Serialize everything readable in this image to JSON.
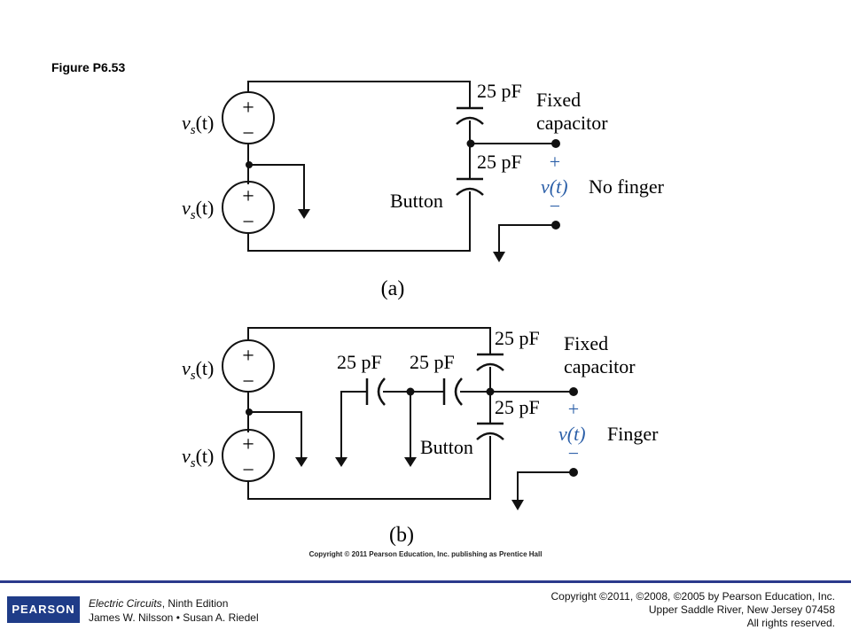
{
  "figure_title": "Figure P6.53",
  "source_symbol": "v",
  "source_subscript": "s",
  "source_arg": "(t)",
  "plus": "+",
  "minus": "−",
  "circuit_a": {
    "cap_top": "25 pF",
    "cap_bottom": "25 pF",
    "fixed_line1": "Fixed",
    "fixed_line2": "capacitor",
    "button": "Button",
    "output": "v(t)",
    "condition": "No finger",
    "caption": "(a)"
  },
  "circuit_b": {
    "cap_left": "25 pF",
    "cap_mid": "25 pF",
    "cap_top": "25 pF",
    "cap_bottom": "25 pF",
    "fixed_line1": "Fixed",
    "fixed_line2": "capacitor",
    "button": "Button",
    "output": "v(t)",
    "condition": "Finger",
    "caption": "(b)"
  },
  "figure_copyright": "Copyright © 2011 Pearson Education, Inc. publishing as Prentice Hall",
  "footer": {
    "logo": "PEARSON",
    "book_title": "Electric Circuits",
    "book_edition": ", Ninth Edition",
    "authors": "James W. Nilsson • Susan A. Riedel",
    "copyright_line1": "Copyright ©2011, ©2008, ©2005 by Pearson Education, Inc.",
    "copyright_line2": "Upper Saddle River, New Jersey 07458",
    "copyright_line3": "All rights reserved."
  },
  "colors": {
    "accent_blue": "#2b5fa8",
    "rule": "#2b3a8c",
    "logo_bg": "#1f3c88"
  }
}
